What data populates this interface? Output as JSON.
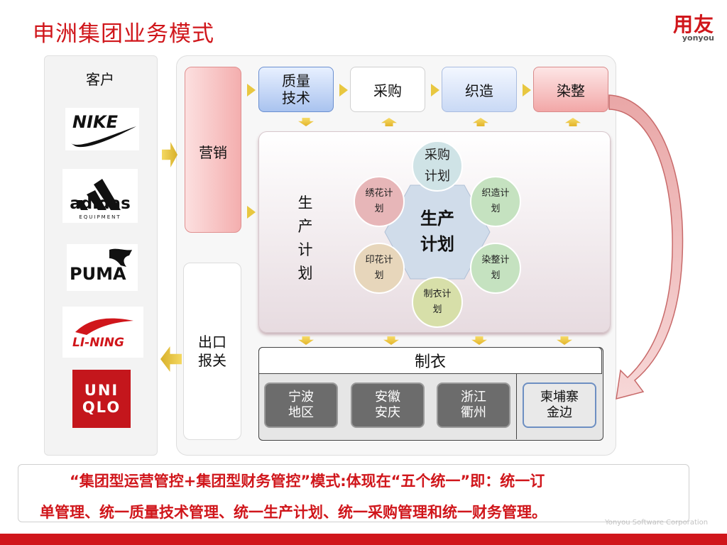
{
  "title": "申洲集团业务模式",
  "logo": {
    "text": "用友",
    "sub": "yonyou"
  },
  "customers": {
    "title": "客户",
    "brands": [
      "NIKE",
      "adidas",
      "PUMA",
      "LI-NING",
      "UNIQLO"
    ],
    "adidas_sub": "EQUIPMENT",
    "uniqlo_lines": [
      "UNI",
      "QLO"
    ]
  },
  "flow": {
    "marketing": "营销",
    "export": [
      "出口",
      "报关"
    ],
    "top_steps": [
      {
        "lines": [
          "质量",
          "技术"
        ]
      },
      {
        "lines": [
          "采购"
        ]
      },
      {
        "lines": [
          "织造"
        ]
      },
      {
        "lines": [
          "染整"
        ]
      }
    ]
  },
  "production": {
    "label_chars": [
      "生",
      "产",
      "计",
      "划"
    ],
    "center_lines": [
      "生产",
      "计划"
    ],
    "nodes": {
      "top": [
        "采购",
        "计划"
      ],
      "upper_left": [
        "绣花计",
        "划"
      ],
      "upper_right": [
        "织造计",
        "划"
      ],
      "lower_left": [
        "印花计",
        "划"
      ],
      "lower_right": [
        "染整计",
        "划"
      ],
      "bottom": [
        "制衣计",
        "划"
      ]
    }
  },
  "sewing": {
    "title": "制衣",
    "sites": [
      [
        "宁波",
        "地区"
      ],
      [
        "安徽",
        "安庆"
      ],
      [
        "浙江",
        "衢州"
      ],
      [
        "柬埔寨",
        "金边"
      ]
    ]
  },
  "summary": {
    "line1": "“集团型运营管控+集团型财务管控”模式:体现在“五个统一”即：统一订",
    "line2": "单管理、统一质量技术管理、统一生产计划、统一采购管理和统一财务管理。"
  },
  "footer": "Yonyou Software Corporation",
  "colors": {
    "brand_red": "#d0161b",
    "arrow_yellow": "#e8c740"
  }
}
